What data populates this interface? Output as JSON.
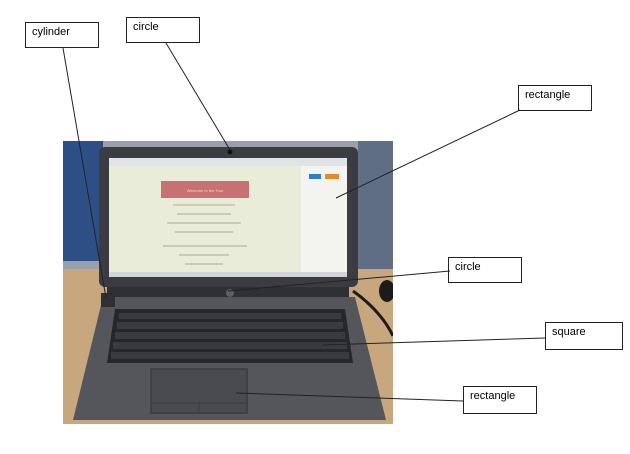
{
  "labels": {
    "cylinder": "cylinder",
    "circle_top": "circle",
    "rectangle_screen": "rectangle",
    "circle_logo": "circle",
    "square_key": "square",
    "rectangle_touchpad": "rectangle"
  },
  "screen_banner_text": "Welcome to the Tour",
  "colors": {
    "laptop_body": "#55565c",
    "screen": "#e9ecd8",
    "banner": "#c97070",
    "desk": "#c8a77f",
    "wall": "#9aa0ab",
    "chair": "#2d4f86",
    "leader_line": "#222222"
  }
}
